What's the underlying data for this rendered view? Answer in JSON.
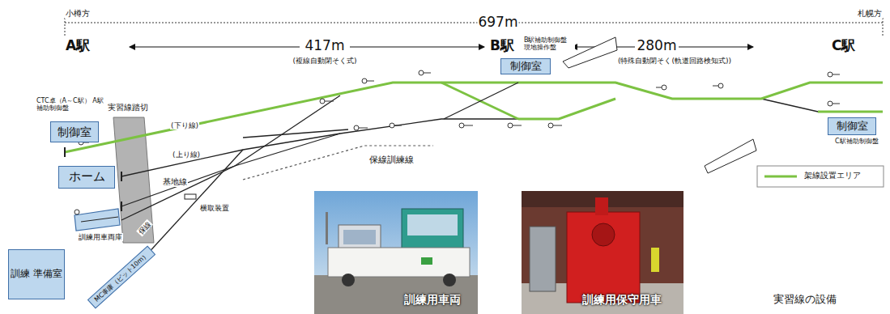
{
  "diagram": {
    "caption": "実習線の設備",
    "nodes": [
      {
        "text": [
          "制御室"
        ]
      },
      {
        "text": [
          "ホーム"
        ]
      },
      {
        "text": [
          "訓練 準備室"
        ]
      },
      {
        "text": [
          "MC車庫（ピット10m）"
        ]
      },
      {
        "text": [
          "制御室"
        ]
      },
      {
        "text": [
          "制御室"
        ]
      }
    ],
    "labels": [
      "小樽方",
      "697m",
      "札幌方",
      "A駅",
      "417m",
      "(複線自動閉そく式)",
      "B駅",
      "B駅補助制御盤 現地操作盤",
      "280m",
      "(特殊自動閉そく(軌道回路検知式))",
      "C駅",
      "CTC卓（A～C駅） A駅補助制御盤",
      "実習線踏切",
      "(下り線)",
      "(上り線)",
      "基地線",
      "訓練用車両庫",
      "横取装置",
      "保線",
      "保線訓練線",
      "C駅補助制御盤",
      "訓練用車両",
      "訓練用保守用車"
    ],
    "legend": [
      {
        "text": "架線設置エリア"
      }
    ]
  }
}
